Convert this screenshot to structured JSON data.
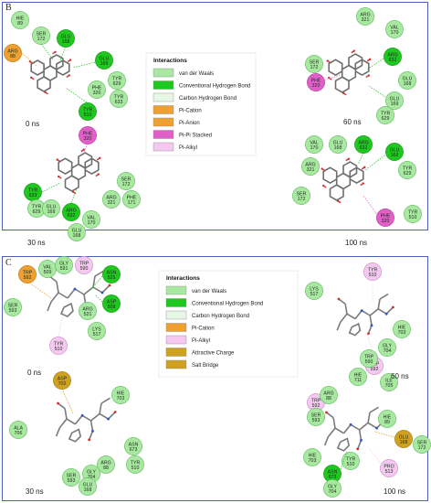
{
  "panels": [
    {
      "letter": "B",
      "legend": {
        "title": "Interactions",
        "items": [
          {
            "label": "van der Waals",
            "color": "#a8e8a0"
          },
          {
            "label": "Conventional Hydrogen Bond",
            "color": "#1ec81e"
          },
          {
            "label": "Carbon Hydrogen Bond",
            "color": "#e6f7e6"
          },
          {
            "label": "Pi-Cation",
            "color": "#f0a030"
          },
          {
            "label": "Pi-Anion",
            "color": "#f0a030"
          },
          {
            "label": "Pi-Pi Stacked",
            "color": "#e060c8"
          },
          {
            "label": "Pi-Alkyl",
            "color": "#f4c8f0"
          }
        ]
      },
      "snapshots": [
        {
          "time": "0 ns"
        },
        {
          "time": "30 ns"
        },
        {
          "time": "60 ns"
        },
        {
          "time": "100 ns"
        }
      ]
    },
    {
      "letter": "C",
      "legend": {
        "title": "Interactions",
        "items": [
          {
            "label": "van der Waals",
            "color": "#a8e8a0"
          },
          {
            "label": "Conventional Hydrogen Bond",
            "color": "#1ec81e"
          },
          {
            "label": "Carbon Hydrogen Bond",
            "color": "#e6f7e6"
          },
          {
            "label": "Pi-Cation",
            "color": "#f0a030"
          },
          {
            "label": "Pi-Alkyl",
            "color": "#f4c8f0"
          },
          {
            "label": "Attractive Charge",
            "color": "#d0a020"
          },
          {
            "label": "Salt Bridge",
            "color": "#d0a020"
          }
        ]
      },
      "snapshots": [
        {
          "time": "0 ns"
        },
        {
          "time": "30 ns"
        },
        {
          "time": "60 ns"
        },
        {
          "time": "100 ns"
        }
      ]
    }
  ],
  "colors": {
    "vdw": "#a8e8a0",
    "hbond": "#1ec81e",
    "chbond": "#e6f7e6",
    "orange": "#f0a030",
    "pipi": "#e060c8",
    "pialkyl": "#f4c8f0",
    "gold": "#d0a020",
    "border": "#4a5fb5"
  },
  "residues": {
    "B0": [
      [
        "HIE",
        "89",
        "vdw"
      ],
      [
        "SER",
        "172",
        "vdw"
      ],
      [
        "GLU",
        "168",
        "hbond"
      ],
      [
        "ARG",
        "88",
        "orange"
      ],
      [
        "GLU",
        "169",
        "hbond"
      ],
      [
        "TYR",
        "629",
        "vdw"
      ],
      [
        "PHE",
        "320",
        "vdw"
      ],
      [
        "TYR",
        "633",
        "vdw"
      ],
      [
        "TYR",
        "510",
        "hbond"
      ]
    ],
    "B30": [
      [
        "PHE",
        "320",
        "pipi"
      ],
      [
        "TYR",
        "633",
        "hbond"
      ],
      [
        "SER",
        "172",
        "vdw"
      ],
      [
        "PHE",
        "171",
        "vdw"
      ],
      [
        "TYR",
        "629",
        "vdw"
      ],
      [
        "GLU",
        "169",
        "vdw"
      ],
      [
        "ARG",
        "632",
        "hbond"
      ],
      [
        "ARG",
        "321",
        "vdw"
      ],
      [
        "VAL",
        "170",
        "vdw"
      ],
      [
        "GLU",
        "168",
        "vdw"
      ]
    ],
    "B60": [
      [
        "ARG",
        "321",
        "vdw"
      ],
      [
        "VAL",
        "170",
        "vdw"
      ],
      [
        "SER",
        "172",
        "vdw"
      ],
      [
        "ARG",
        "632",
        "hbond"
      ],
      [
        "GLU",
        "168",
        "vdw"
      ],
      [
        "PHE",
        "320",
        "pipi"
      ],
      [
        "GLU",
        "169",
        "vdw"
      ],
      [
        "TYR",
        "629",
        "vdw"
      ]
    ],
    "B100": [
      [
        "VAL",
        "170",
        "vdw"
      ],
      [
        "GLU",
        "168",
        "vdw"
      ],
      [
        "ARG",
        "632",
        "hbond"
      ],
      [
        "GLU",
        "169",
        "hbond"
      ],
      [
        "ARG",
        "321",
        "vdw"
      ],
      [
        "TYR",
        "629",
        "vdw"
      ],
      [
        "SER",
        "172",
        "vdw"
      ],
      [
        "PHE",
        "320",
        "pipi"
      ],
      [
        "TYR",
        "510",
        "vdw"
      ]
    ],
    "C0": [
      [
        "TRP",
        "592",
        "orange"
      ],
      [
        "VAL",
        "509",
        "vdw"
      ],
      [
        "GLY",
        "591",
        "vdw"
      ],
      [
        "TRP",
        "590",
        "pialkyl"
      ],
      [
        "ASN",
        "525",
        "hbond"
      ],
      [
        "ASP",
        "508",
        "hbond"
      ],
      [
        "ARG",
        "521",
        "vdw"
      ],
      [
        "LYS",
        "517",
        "vdw"
      ],
      [
        "SER",
        "593",
        "vdw"
      ],
      [
        "TYR",
        "510",
        "pialkyl"
      ]
    ],
    "C30": [
      [
        "ASP",
        "702",
        "gold"
      ],
      [
        "HIE",
        "703",
        "vdw"
      ],
      [
        "ALA",
        "706",
        "vdw"
      ],
      [
        "ASN",
        "673",
        "vdw"
      ],
      [
        "TYR",
        "510",
        "vdw"
      ],
      [
        "ARG",
        "88",
        "vdw"
      ],
      [
        "GLY",
        "704",
        "vdw"
      ],
      [
        "GLU",
        "168",
        "vdw"
      ],
      [
        "SER",
        "593",
        "vdw"
      ]
    ],
    "C60": [
      [
        "TYR",
        "510",
        "pialkyl"
      ],
      [
        "LYS",
        "517",
        "vdw"
      ],
      [
        "HIE",
        "703",
        "vdw"
      ],
      [
        "GLY",
        "704",
        "vdw"
      ],
      [
        "TRP",
        "592",
        "pialkyl"
      ],
      [
        "ILE",
        "705",
        "vdw"
      ],
      [
        "TRP",
        "590",
        "vdw"
      ],
      [
        "HIE",
        "711",
        "vdw"
      ]
    ],
    "C100": [
      [
        "TRP",
        "592",
        "pialkyl"
      ],
      [
        "ARG",
        "88",
        "vdw"
      ],
      [
        "SER",
        "593",
        "vdw"
      ],
      [
        "HIE",
        "89",
        "vdw"
      ],
      [
        "GLU",
        "168",
        "gold"
      ],
      [
        "SER",
        "172",
        "vdw"
      ],
      [
        "HIE",
        "703",
        "vdw"
      ],
      [
        "TYR",
        "510",
        "vdw"
      ],
      [
        "PRO",
        "513",
        "pialkyl"
      ],
      [
        "ASN",
        "673",
        "hbond"
      ],
      [
        "GLY",
        "704",
        "vdw"
      ]
    ]
  }
}
